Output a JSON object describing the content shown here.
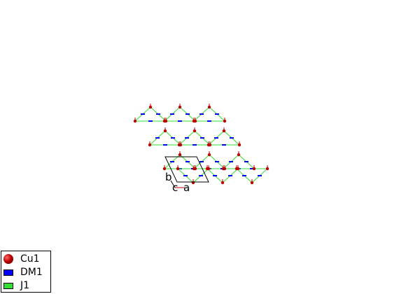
{
  "colors": {
    "background": "#ffffff",
    "atom": "#c00000",
    "dm": "#0000ff",
    "j1": "#33dd33",
    "cell": "#000000"
  },
  "axes": {
    "a": "a",
    "b": "b",
    "c": "c"
  },
  "legend": {
    "items": [
      {
        "label": "Cu1",
        "color": "#c00000",
        "icon": "sphere-icon"
      },
      {
        "label": "DM1",
        "color": "#0000ff",
        "icon": "box-icon"
      },
      {
        "label": "J1",
        "color": "#33dd33",
        "icon": "box-icon"
      }
    ]
  }
}
